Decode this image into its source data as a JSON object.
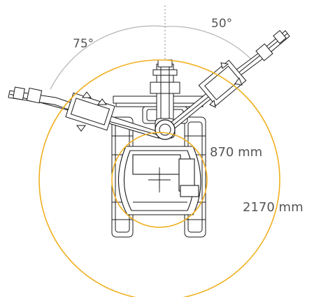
{
  "labels": {
    "left_angle": "75°",
    "right_angle": "50°",
    "inner_radius": "870 mm",
    "outer_radius": "2170 mm"
  },
  "colors": {
    "radius_circle": "#f0b020",
    "angle_arc": "#b5b5b5",
    "line_art": "#1a1a1a",
    "label_text": "#555555"
  }
}
